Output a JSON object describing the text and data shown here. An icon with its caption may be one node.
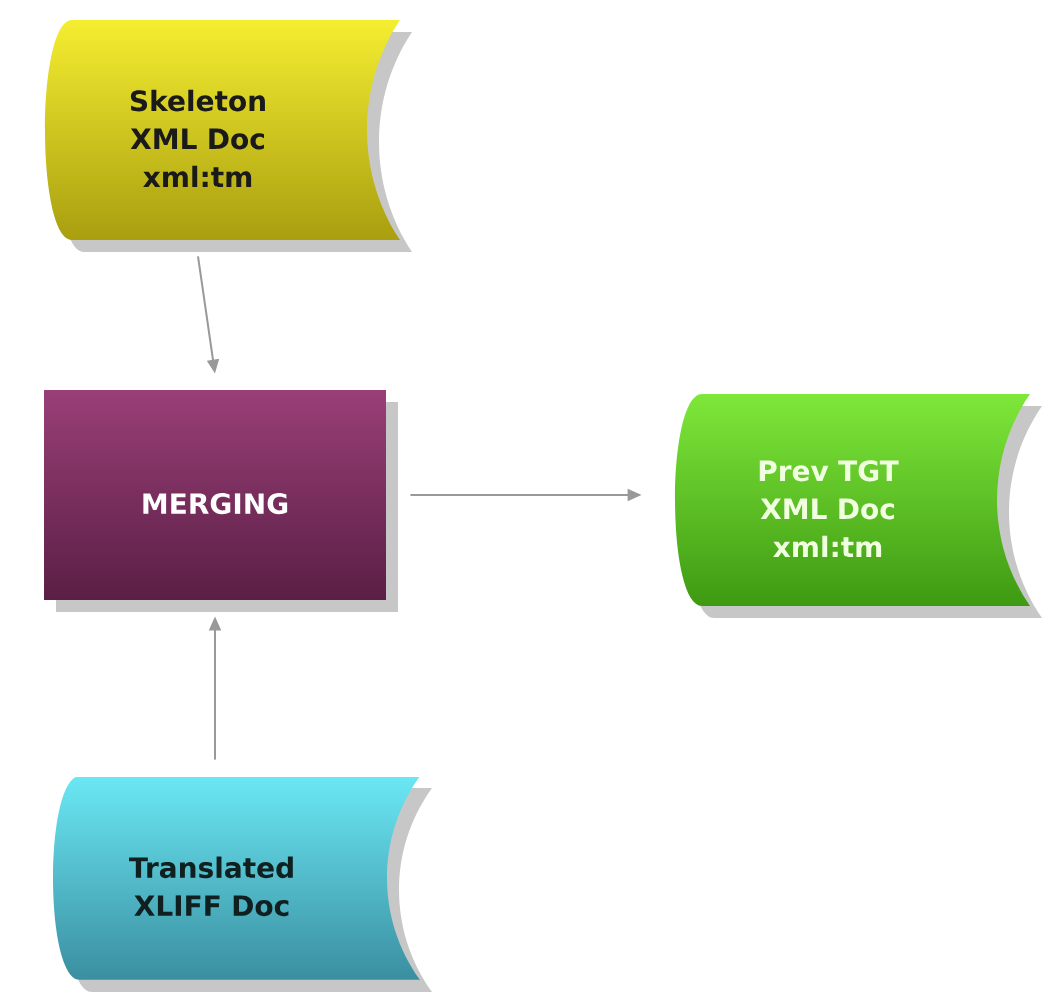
{
  "diagram": {
    "nodes": [
      {
        "text": [
          "Skeleton XML Doc xml:tm"
        ]
      },
      {
        "text": [
          "MERGING"
        ]
      },
      {
        "text": [
          "Prev TGT XML Doc xml:tm"
        ]
      },
      {
        "text": [
          "Translated XLIFF Doc"
        ]
      }
    ],
    "edges": [
      {
        "from": 0,
        "to": 1,
        "arrow": "to"
      },
      {
        "from": 3,
        "to": 1,
        "arrow": "to"
      },
      {
        "from": 1,
        "to": 2,
        "arrow": "to"
      }
    ]
  }
}
